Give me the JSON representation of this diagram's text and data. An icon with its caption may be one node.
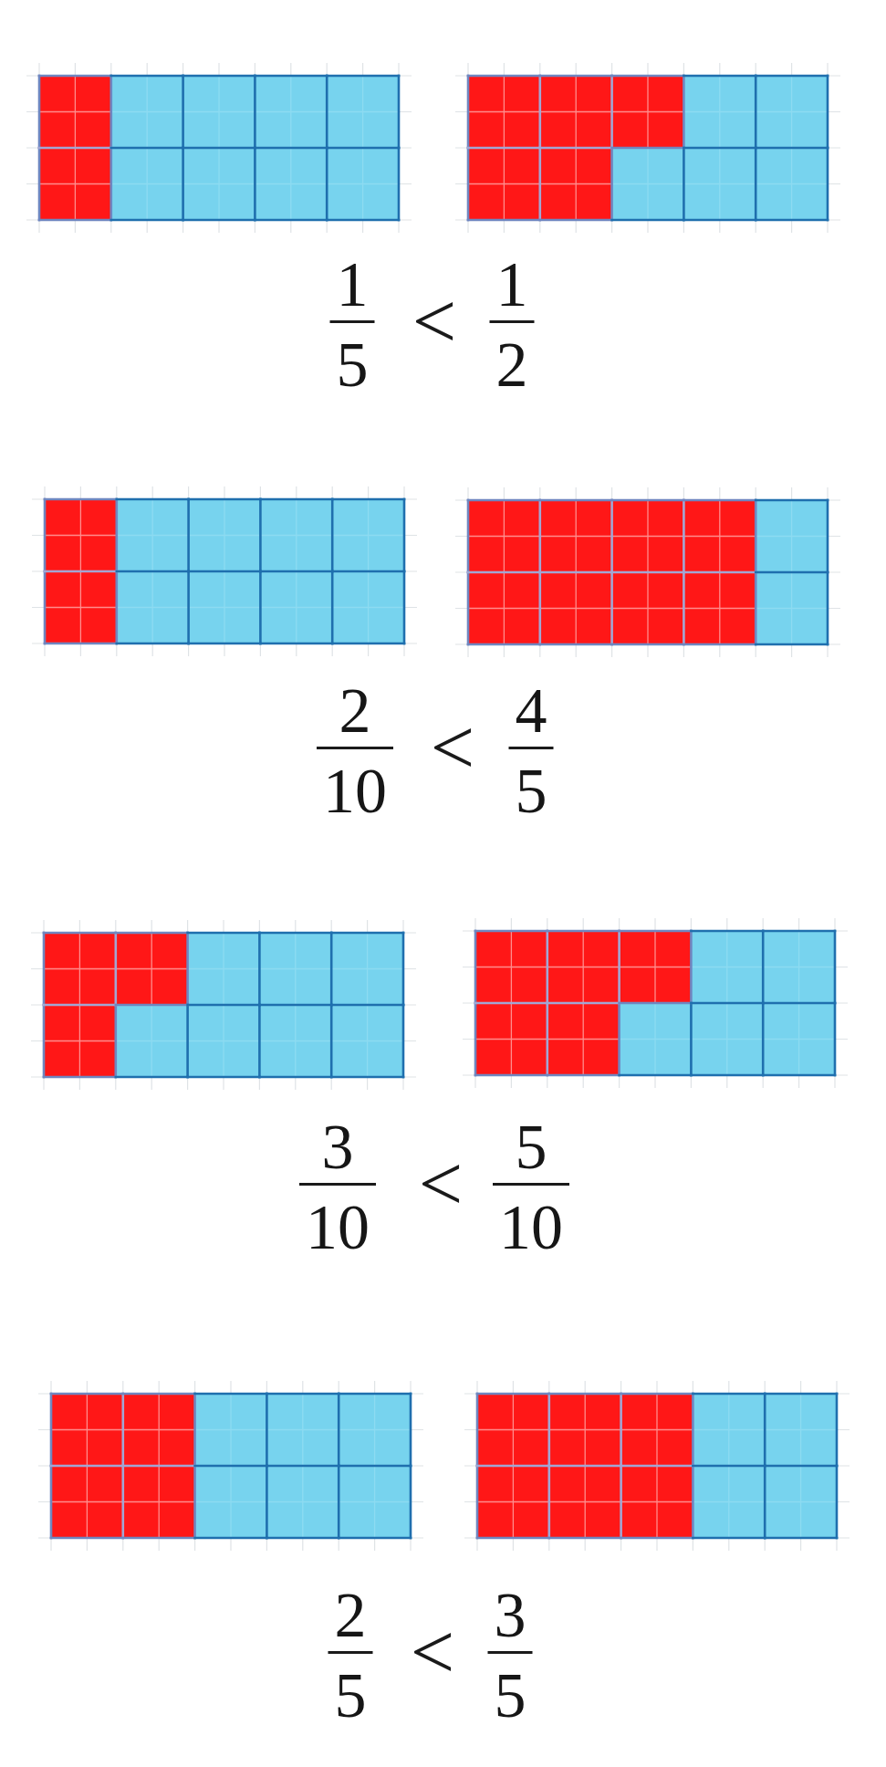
{
  "diagram": {
    "labels": [
      "1",
      "5",
      "<",
      "1",
      "2",
      "2",
      "10",
      "<",
      "4",
      "5",
      "3",
      "10",
      "<",
      "5",
      "10",
      "2",
      "5",
      "<",
      "3",
      "5"
    ]
  }
}
